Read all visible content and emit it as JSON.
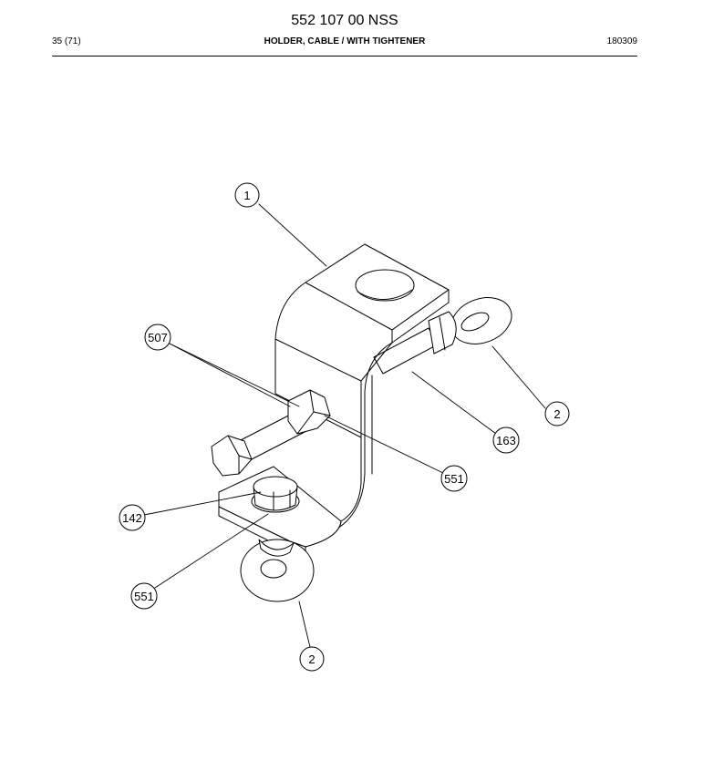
{
  "header": {
    "document_number": "552 107 00 NSS",
    "page_ref": "35 (71)",
    "title": "HOLDER, CABLE / WITH TIGHTENER",
    "date_code": "180309"
  },
  "drawing": {
    "balloons": [
      {
        "id": "b1",
        "label": "1"
      },
      {
        "id": "b507",
        "label": "507"
      },
      {
        "id": "b2a",
        "label": "2"
      },
      {
        "id": "b163",
        "label": "163"
      },
      {
        "id": "b551a",
        "label": "551"
      },
      {
        "id": "b142",
        "label": "142"
      },
      {
        "id": "b551b",
        "label": "551"
      },
      {
        "id": "b2b",
        "label": "2"
      }
    ]
  }
}
